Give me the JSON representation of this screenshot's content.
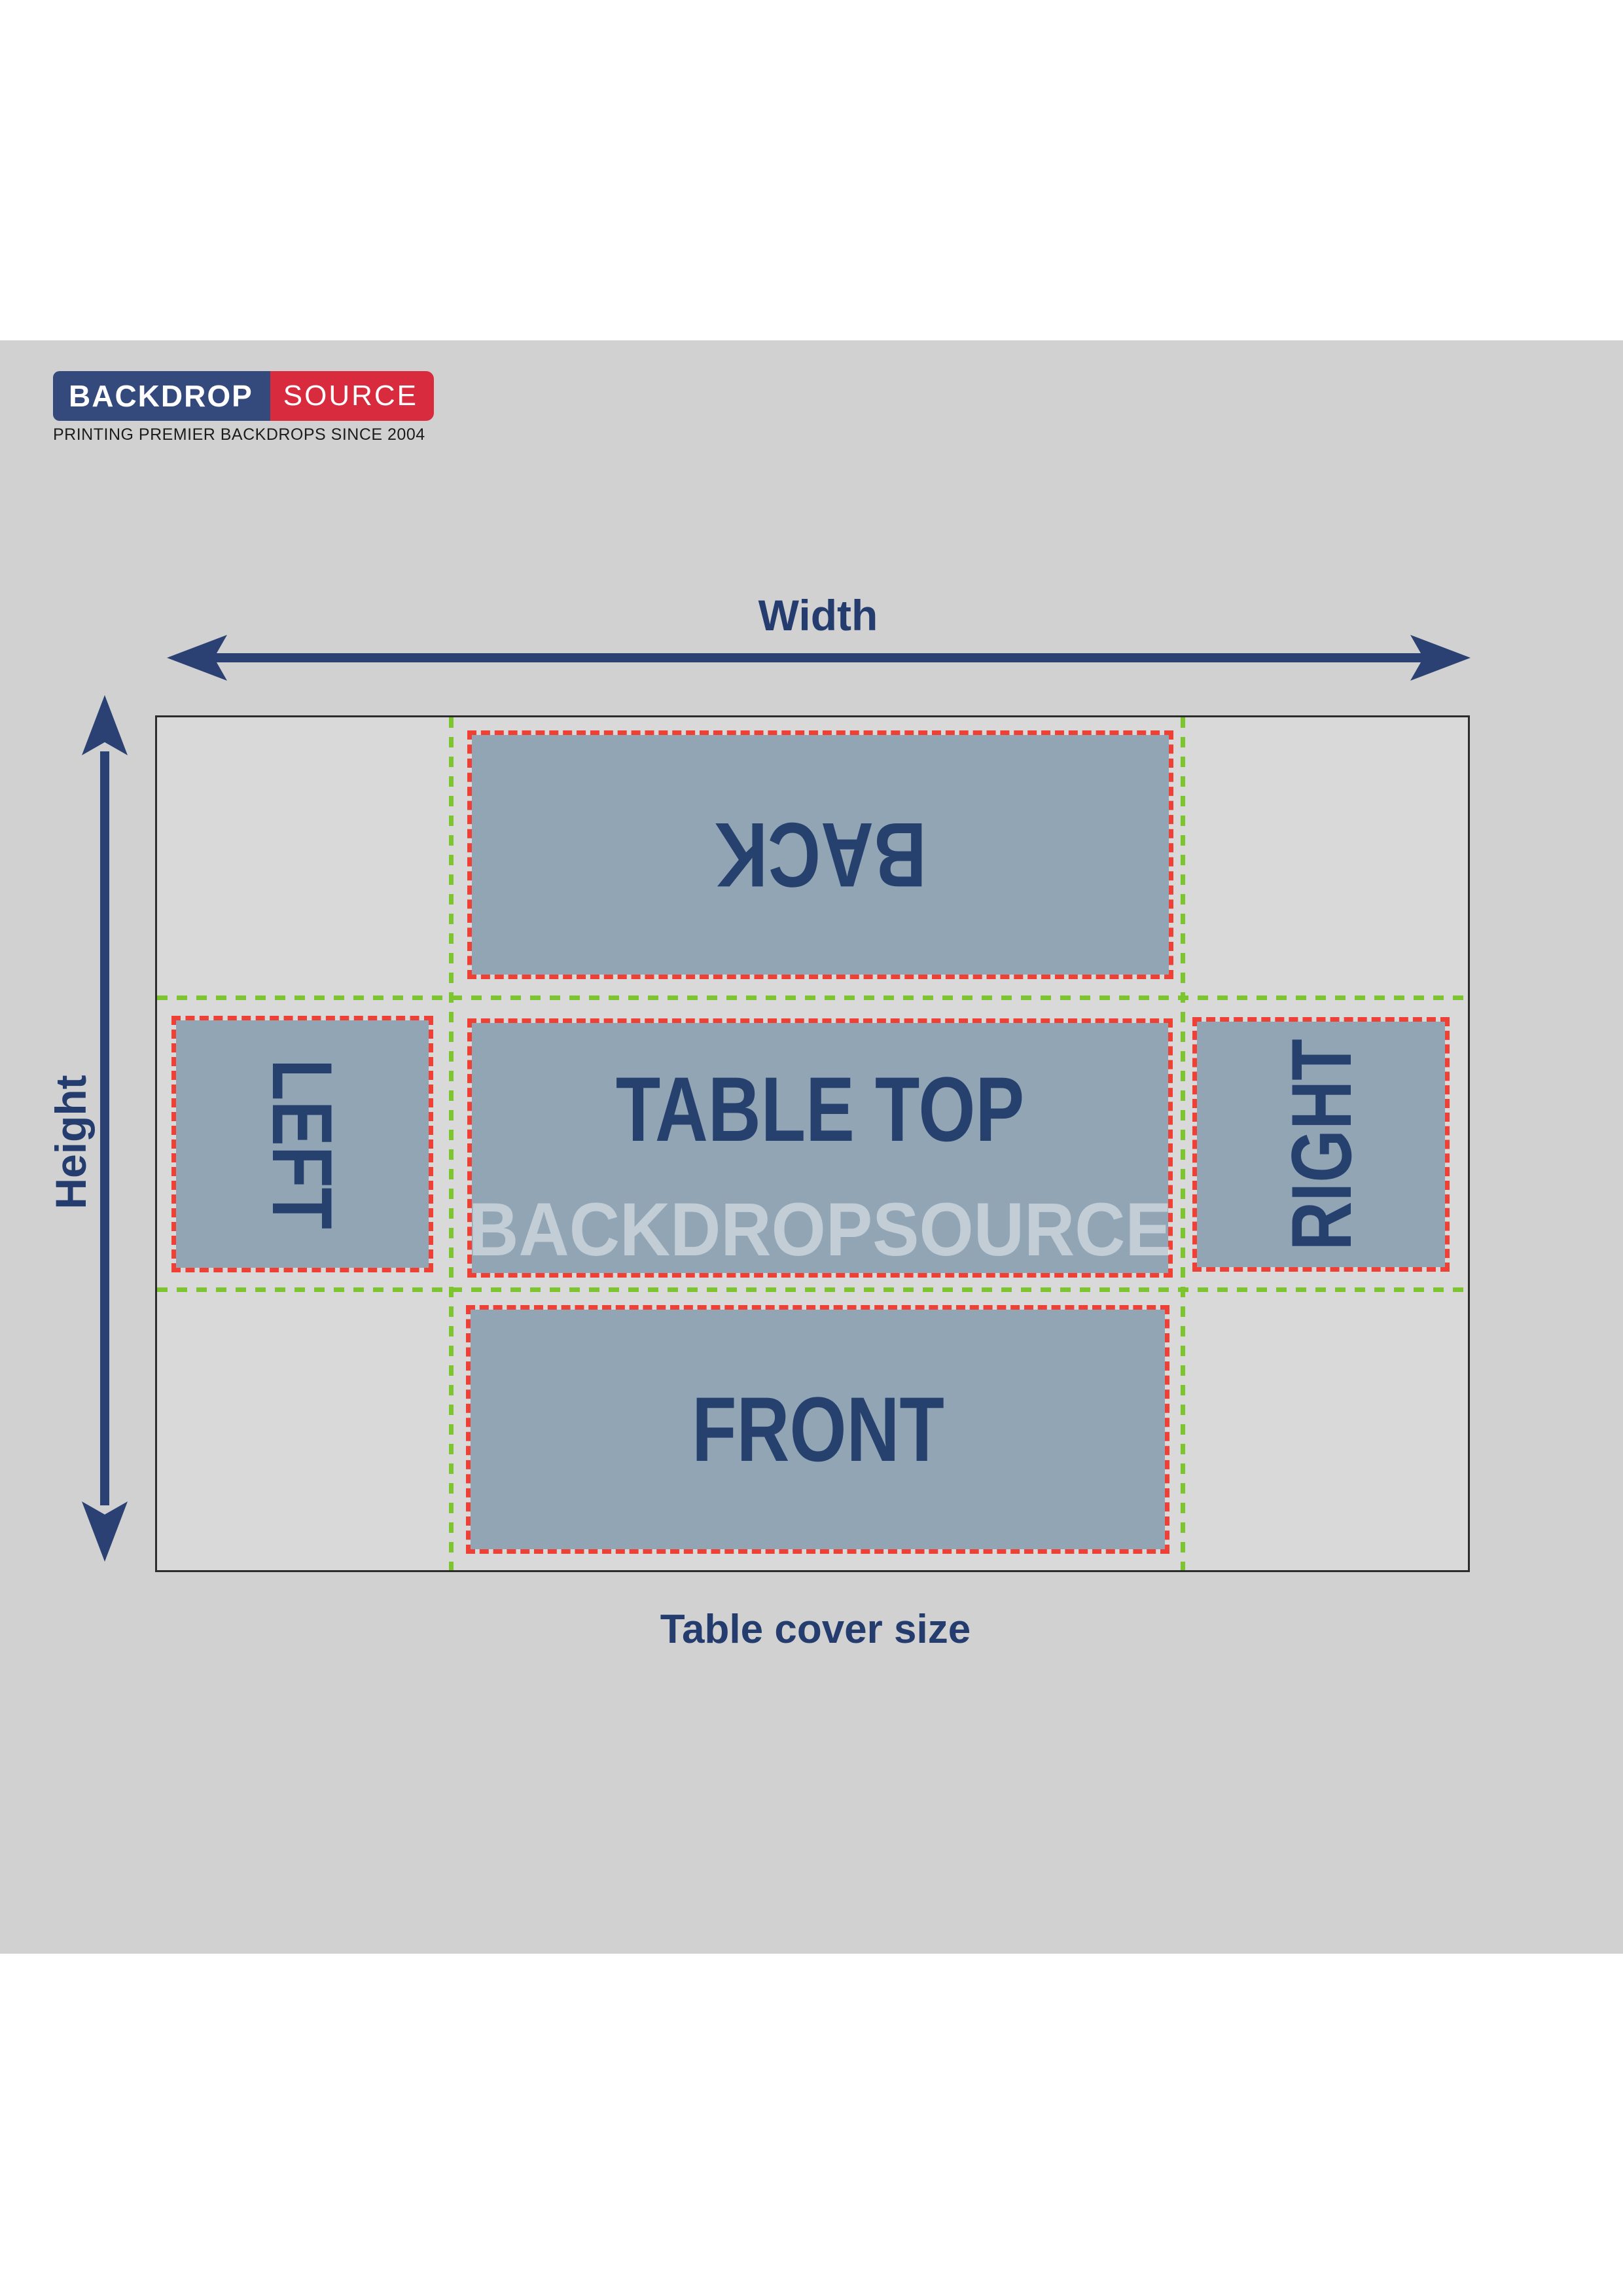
{
  "logo": {
    "primary": "BACKDROP",
    "secondary": "SOURCE",
    "tagline": "PRINTING PREMIER BACKDROPS SINCE 2004",
    "primary_bg": "#34497c",
    "secondary_bg": "#d92b3e"
  },
  "diagram": {
    "width_label": "Width",
    "height_label": "Height",
    "caption": "Table cover size",
    "watermark": "BACKDROPSOURCE",
    "panels": [
      {
        "id": "back",
        "label": "BACK"
      },
      {
        "id": "left",
        "label": "LEFT"
      },
      {
        "id": "tabletop",
        "label": "TABLE TOP"
      },
      {
        "id": "right",
        "label": "RIGHT"
      },
      {
        "id": "front",
        "label": "FRONT"
      }
    ],
    "colors": {
      "page_background": "#ffffff",
      "band_background": "#d0d1d0",
      "layout_fill": "#d9d9d9",
      "layout_border": "#2c2c2c",
      "panel_fill": "#91a5b4",
      "stitch_line_red": "#ee4035",
      "cut_line_green": "#7cc52f",
      "label_navy": "#27416f",
      "arrow_navy": "#2b4073"
    }
  }
}
